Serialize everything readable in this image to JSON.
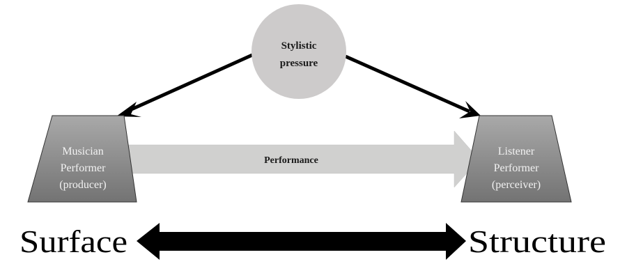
{
  "diagram": {
    "stylistic_pressure": {
      "lines": [
        "Stylistic",
        "pressure"
      ]
    },
    "producer": {
      "lines": [
        "Musician",
        "Performer",
        "(producer)"
      ]
    },
    "perceiver": {
      "lines": [
        "Listener",
        "Performer",
        "(perceiver)"
      ]
    },
    "performance_arrow": {
      "label": "Performance"
    },
    "continuum": {
      "left_label": "Surface",
      "right_label": "Structure"
    }
  },
  "colors": {
    "circle_fill": "#cdcbcb",
    "trapezoid_light": "#a9a9a9",
    "trapezoid_dark": "#737373",
    "performance_arrow_fill": "#d0d0cf",
    "arrow_black": "#000000"
  }
}
